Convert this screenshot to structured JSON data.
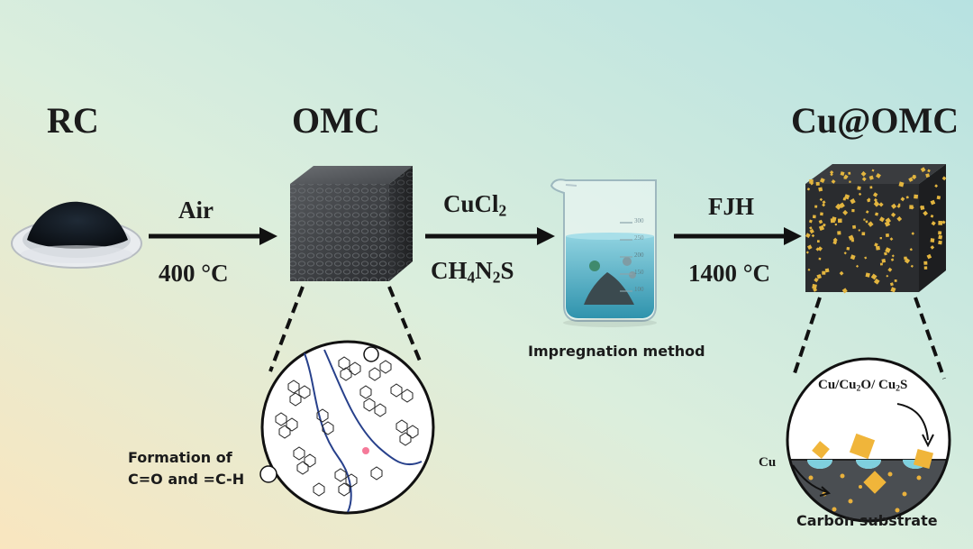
{
  "stages": {
    "rc": "RC",
    "omc": "OMC",
    "cu_omc": "Cu@OMC"
  },
  "step1": {
    "gas": "Air",
    "temp": "400 °C"
  },
  "step2": {
    "reagent1": {
      "main": "CuCl",
      "sub": "2"
    },
    "reagent2": {
      "p1": "CH",
      "s1": "4",
      "p2": "N",
      "s2": "2",
      "p3": "S"
    }
  },
  "step3": {
    "method": "FJH",
    "temp": "1400 °C"
  },
  "beaker": {
    "caption": "Impregnation method",
    "marks": [
      "300",
      "250",
      "200",
      "150",
      "100"
    ]
  },
  "left_zoom": {
    "caption_line1": "Formation of",
    "caption_line2": "C=O and =C-H"
  },
  "right_zoom": {
    "species": {
      "p1": "Cu/Cu",
      "s1": "2",
      "p2": "O/ Cu",
      "s2": "2",
      "p3": "S"
    },
    "cu_label": "Cu",
    "substrate": "Carbon substrate"
  },
  "colors": {
    "background_left": "#f6e7c4",
    "background_right": "#bfe4e0",
    "cube": "#3a3c3f",
    "liquid": "#56b3c9",
    "particle": "#e3b53f",
    "arrow": "#111111"
  }
}
